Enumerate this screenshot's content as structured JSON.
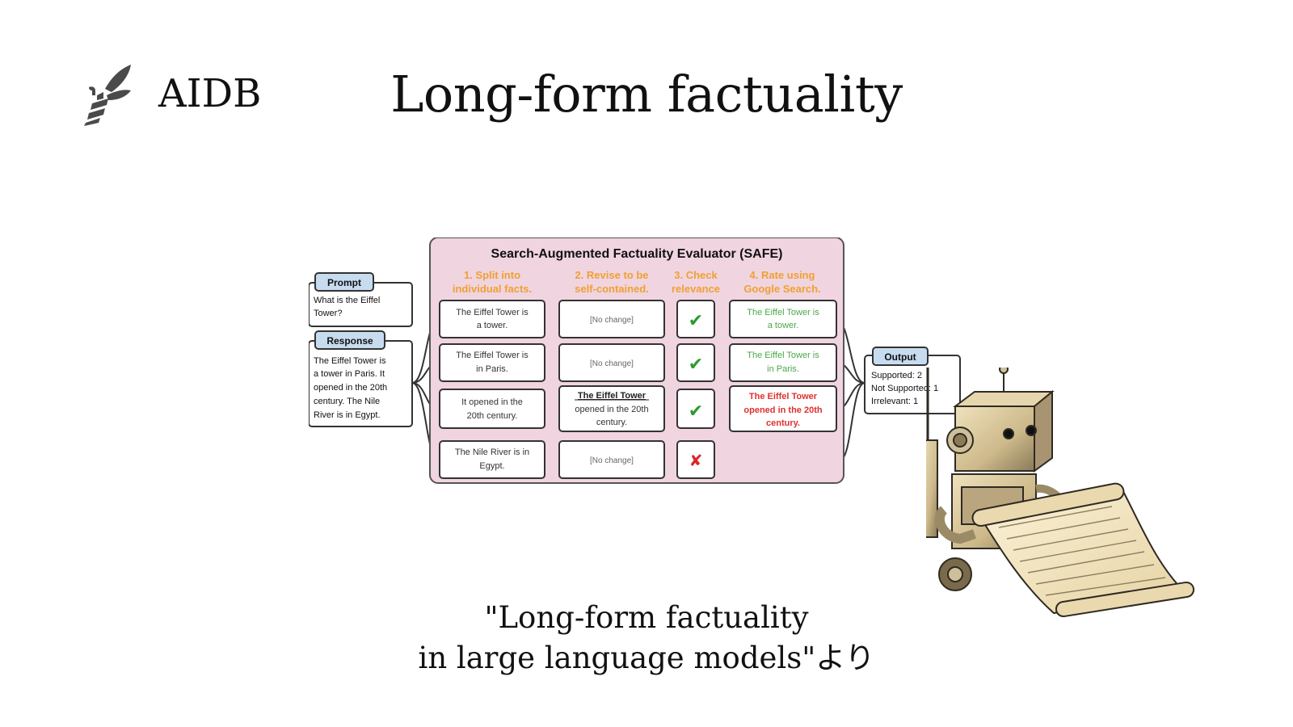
{
  "brand": {
    "name": "AIDB"
  },
  "slide": {
    "title": "Long-form factuality",
    "caption_line1": "\"Long-form factuality",
    "caption_line2": "in large language models\"より"
  },
  "diagram": {
    "title": "Search-Augmented Factuality Evaluator (SAFE)",
    "prompt": {
      "label": "Prompt",
      "text": [
        "What is the Eiffel",
        "Tower?"
      ]
    },
    "response": {
      "label": "Response",
      "text": [
        "The Eiffel Tower is",
        "a tower in Paris. It",
        "opened in the 20th",
        "century. The Nile",
        "River is in Egypt."
      ]
    },
    "steps": [
      [
        "1. Split into",
        "individual facts."
      ],
      [
        "2. Revise to be",
        "self-contained."
      ],
      [
        "3. Check",
        "relevance"
      ],
      [
        "4. Rate using",
        "Google Search."
      ]
    ],
    "rows": [
      {
        "fact": [
          "The Eiffel Tower is",
          "a tower."
        ],
        "revised": [
          "[No change]"
        ],
        "revised_bold": "",
        "relevance": "✔",
        "rating": [
          "The Eiffel Tower is",
          "a tower."
        ],
        "rating_status": "supported"
      },
      {
        "fact": [
          "The Eiffel Tower is",
          "in Paris."
        ],
        "revised": [
          "[No change]"
        ],
        "revised_bold": "",
        "relevance": "✔",
        "rating": [
          "The Eiffel Tower is",
          "in Paris."
        ],
        "rating_status": "supported"
      },
      {
        "fact": [
          "It opened in the",
          "20th century."
        ],
        "revised": [
          "opened in the 20th",
          "century."
        ],
        "revised_bold": "The Eiffel Tower",
        "relevance": "✔",
        "rating": [
          "The Eiffel Tower",
          "opened in the 20th",
          "century."
        ],
        "rating_status": "not-supported"
      },
      {
        "fact": [
          "The Nile River is in",
          "Egypt."
        ],
        "revised": [
          "[No change]"
        ],
        "revised_bold": "",
        "relevance": "✘",
        "rating": [],
        "rating_status": "irrelevant"
      }
    ],
    "output": {
      "label": "Output",
      "lines": [
        "Supported: 2",
        "Not Supported: 1",
        "Irrelevant: 1"
      ]
    },
    "colors": {
      "panel": "#f0d4e0",
      "panel_border": "#555555",
      "step_text": "#f0a030",
      "label_fill": "#c8dcf0",
      "supported": "#48a848",
      "not_supported": "#e03030",
      "check": "#2e9a2e",
      "cross": "#d82828",
      "no_change": "#666666"
    }
  },
  "icons": {
    "logo": "bee-logo-icon",
    "robot": "robot-reading-scroll-illustration"
  }
}
